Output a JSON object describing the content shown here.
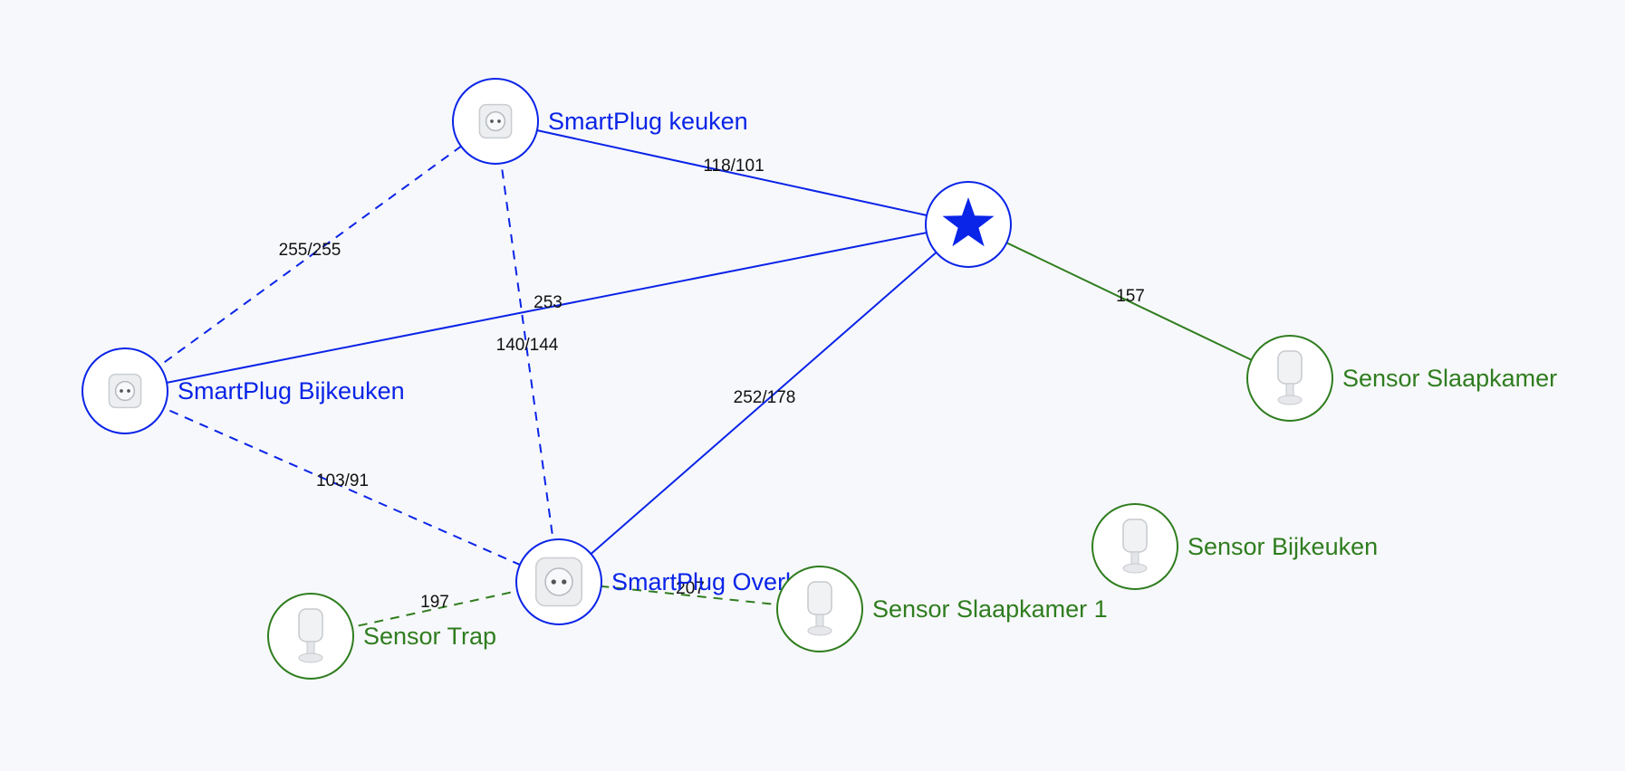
{
  "colors": {
    "router": "#0a24e8",
    "end_device": "#2f7d1f",
    "edge_label": "#111111",
    "background": "#f7f8fb"
  },
  "nodes": [
    {
      "id": "coordinator",
      "label": "",
      "type": "coordinator",
      "icon": "star-icon"
    },
    {
      "id": "plug-keuken",
      "label": "SmartPlug keuken",
      "type": "router",
      "icon": "smart-plug-icon"
    },
    {
      "id": "plug-bijkeuken",
      "label": "SmartPlug Bijkeuken",
      "type": "router",
      "icon": "smart-plug-icon"
    },
    {
      "id": "plug-overloop",
      "label": "SmartPlug Overloop",
      "type": "router",
      "icon": "smart-plug-icon"
    },
    {
      "id": "sensor-slaapkamer",
      "label": "Sensor Slaapkamer",
      "type": "end_device",
      "icon": "motion-sensor-icon"
    },
    {
      "id": "sensor-bijkeuken",
      "label": "Sensor Bijkeuken",
      "type": "end_device",
      "icon": "motion-sensor-icon"
    },
    {
      "id": "sensor-slaapkamer-1",
      "label": "Sensor Slaapkamer 1",
      "type": "end_device",
      "icon": "motion-sensor-icon"
    },
    {
      "id": "sensor-trap",
      "label": "Sensor Trap",
      "type": "end_device",
      "icon": "motion-sensor-icon"
    }
  ],
  "edges": [
    {
      "from": "plug-keuken",
      "to": "coordinator",
      "label": "118/101",
      "style": "solid",
      "color": "router"
    },
    {
      "from": "plug-bijkeuken",
      "to": "coordinator",
      "label": "253",
      "style": "solid",
      "color": "router"
    },
    {
      "from": "plug-overloop",
      "to": "coordinator",
      "label": "252/178",
      "style": "solid",
      "color": "router"
    },
    {
      "from": "sensor-slaapkamer",
      "to": "coordinator",
      "label": "157",
      "style": "solid",
      "color": "end_device"
    },
    {
      "from": "plug-bijkeuken",
      "to": "plug-keuken",
      "label": "255/255",
      "style": "dashed",
      "color": "router"
    },
    {
      "from": "plug-keuken",
      "to": "plug-overloop",
      "label": "140/144",
      "style": "dashed",
      "color": "router"
    },
    {
      "from": "plug-bijkeuken",
      "to": "plug-overloop",
      "label": "103/91",
      "style": "dashed",
      "color": "router"
    },
    {
      "from": "sensor-trap",
      "to": "plug-overloop",
      "label": "197",
      "style": "dashed",
      "color": "end_device"
    },
    {
      "from": "sensor-slaapkamer-1",
      "to": "plug-overloop",
      "label": "207",
      "style": "dashed",
      "color": "end_device"
    }
  ]
}
